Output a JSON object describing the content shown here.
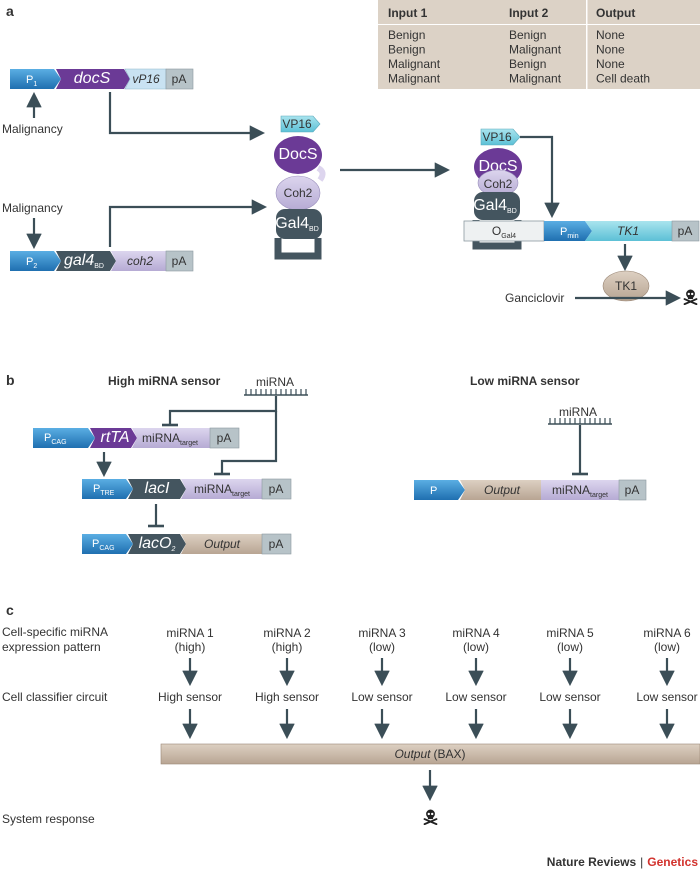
{
  "panels": {
    "a": {
      "label": "a",
      "table": {
        "headers": [
          "Input 1",
          "Input 2",
          "Output"
        ],
        "rows": [
          [
            "Benign",
            "Benign",
            "None"
          ],
          [
            "Benign",
            "Malignant",
            "None"
          ],
          [
            "Malignant",
            "Benign",
            "None"
          ],
          [
            "Malignant",
            "Malignant",
            "Cell death"
          ]
        ]
      },
      "construct1": {
        "promoter": "P",
        "promoter_sub": "1",
        "gene": "docS",
        "fusion": "vP16",
        "polyA": "pA"
      },
      "construct2": {
        "promoter": "P",
        "promoter_sub": "2",
        "gene": "gal4",
        "gene_sub": "BD",
        "fusion": "coh2",
        "polyA": "pA"
      },
      "malignancy_label": "Malignancy",
      "protein": {
        "vp16": "VP16",
        "docs": "DocS",
        "coh2": "Coh2",
        "gal4": "Gal4",
        "gal4_sub": "BD"
      },
      "output_construct": {
        "operator": "O",
        "operator_sub": "Gal4",
        "promoter": "P",
        "promoter_sub": "min",
        "gene": "TK1",
        "polyA": "pA"
      },
      "tk1_protein": "TK1",
      "ganciclovir": "Ganciclovir"
    },
    "b": {
      "label": "b",
      "high_title": "High miRNA sensor",
      "low_title": "Low miRNA sensor",
      "mirna_label": "miRNA",
      "row1": {
        "promoter": "P",
        "promoter_sub": "CAG",
        "gene": "rtTA",
        "target": "miRNA",
        "target_sub": "target",
        "polyA": "pA"
      },
      "row2": {
        "promoter": "P",
        "promoter_sub": "TRE",
        "gene": "lacI",
        "target": "miRNA",
        "target_sub": "target",
        "polyA": "pA"
      },
      "row3": {
        "promoter": "P",
        "promoter_sub": "CAG",
        "gene": "lacO",
        "gene_sub": "2",
        "output": "Output",
        "polyA": "pA"
      },
      "low_row": {
        "promoter": "P",
        "output": "Output",
        "target": "miRNA",
        "target_sub": "target",
        "polyA": "pA"
      }
    },
    "c": {
      "label": "c",
      "row_labels": {
        "pattern_line1": "Cell-specific miRNA",
        "pattern_line2": "expression pattern",
        "classifier": "Cell classifier circuit",
        "response": "System response"
      },
      "columns": [
        {
          "mirna": "miRNA 1",
          "level": "(high)",
          "sensor": "High sensor"
        },
        {
          "mirna": "miRNA 2",
          "level": "(high)",
          "sensor": "High sensor"
        },
        {
          "mirna": "miRNA 3",
          "level": "(low)",
          "sensor": "Low sensor"
        },
        {
          "mirna": "miRNA 4",
          "level": "(low)",
          "sensor": "Low sensor"
        },
        {
          "mirna": "miRNA 5",
          "level": "(low)",
          "sensor": "Low sensor"
        },
        {
          "mirna": "miRNA 6",
          "level": "(low)",
          "sensor": "Low sensor"
        }
      ],
      "output_bar": {
        "text": "Output",
        "paren": "(BAX)"
      }
    }
  },
  "footer": {
    "journal": "Nature Reviews",
    "separator": "|",
    "section": "Genetics"
  },
  "colors": {
    "promoter_blue": "#2f86c6",
    "purple": "#6b3a96",
    "lavender": "#c8bfe0",
    "teal": "#7fd0df",
    "gray_pa": "#b7c3c8",
    "dark_slate": "#44555f",
    "tan": "#cbbcab",
    "table_bg": "#dcd2c6",
    "red_accent": "#d2322d"
  }
}
